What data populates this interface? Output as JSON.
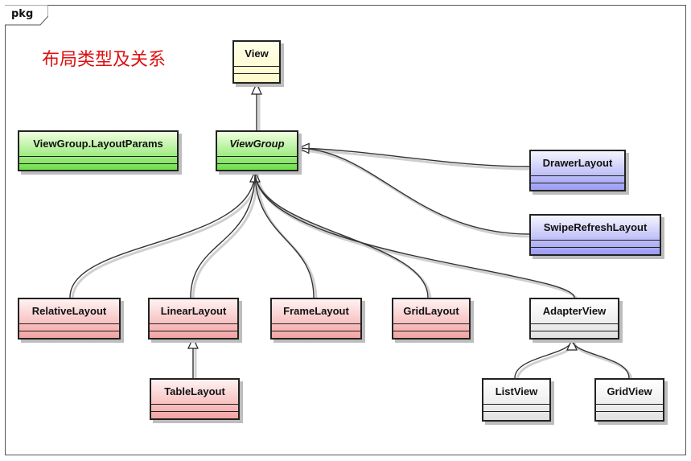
{
  "frame": {
    "label": "pkg"
  },
  "title": "布局类型及关系",
  "classes": {
    "view": "View",
    "viewgroup": "ViewGroup",
    "layoutparams": "ViewGroup.LayoutParams",
    "drawerlayout": "DrawerLayout",
    "swiperefreshlayout": "SwipeRefreshLayout",
    "relativelayout": "RelativeLayout",
    "linearlayout": "LinearLayout",
    "framelayout": "FrameLayout",
    "gridlayout": "GridLayout",
    "adapterview": "AdapterView",
    "tablelayout": "TableLayout",
    "listview": "ListView",
    "gridview": "GridView"
  },
  "colors": {
    "title": "#dd1111",
    "view": "#fff9c9",
    "viewgroup": "#6ee04a",
    "support_layouts": "#9c9cf4",
    "layouts": "#f3a3a3",
    "adapter_views": "#e2e2e2"
  },
  "relations": [
    {
      "child": "ViewGroup",
      "parent": "View",
      "type": "generalization"
    },
    {
      "child": "DrawerLayout",
      "parent": "ViewGroup",
      "type": "generalization"
    },
    {
      "child": "SwipeRefreshLayout",
      "parent": "ViewGroup",
      "type": "generalization"
    },
    {
      "child": "RelativeLayout",
      "parent": "ViewGroup",
      "type": "generalization"
    },
    {
      "child": "LinearLayout",
      "parent": "ViewGroup",
      "type": "generalization"
    },
    {
      "child": "FrameLayout",
      "parent": "ViewGroup",
      "type": "generalization"
    },
    {
      "child": "GridLayout",
      "parent": "ViewGroup",
      "type": "generalization"
    },
    {
      "child": "AdapterView",
      "parent": "ViewGroup",
      "type": "generalization"
    },
    {
      "child": "TableLayout",
      "parent": "LinearLayout",
      "type": "generalization"
    },
    {
      "child": "ListView",
      "parent": "AdapterView",
      "type": "generalization"
    },
    {
      "child": "GridView",
      "parent": "AdapterView",
      "type": "generalization"
    }
  ]
}
